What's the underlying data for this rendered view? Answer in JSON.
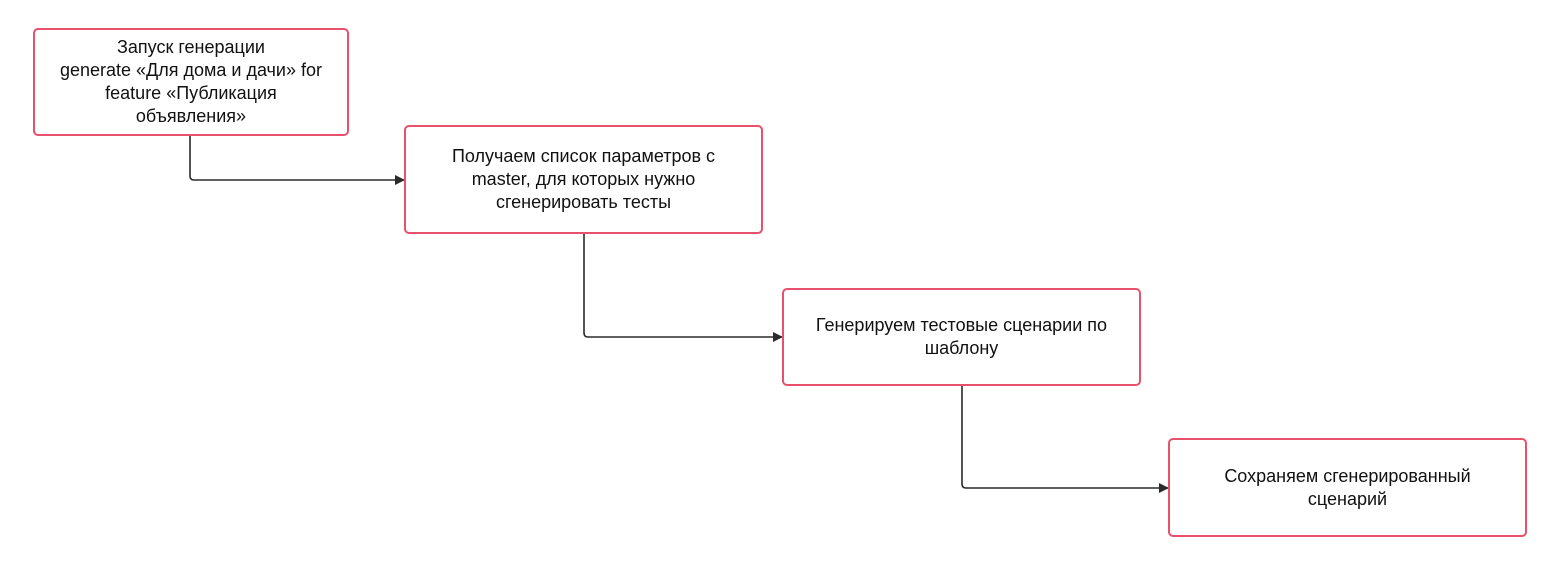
{
  "diagram": {
    "nodes": [
      {
        "id": "n1",
        "label": "Запуск генерации\ngenerate «Для дома и дачи» for\nfeature «Публикация\nобъявления»"
      },
      {
        "id": "n2",
        "label": "Получаем список параметров с\nmaster, для которых нужно\nсгенерировать тесты"
      },
      {
        "id": "n3",
        "label": "Генерируем тестовые сценарии по\nшаблону"
      },
      {
        "id": "n4",
        "label": "Сохраняем сгенерированный\nсценарий"
      }
    ],
    "edges": [
      {
        "from": "n1",
        "to": "n2"
      },
      {
        "from": "n2",
        "to": "n3"
      },
      {
        "from": "n3",
        "to": "n4"
      }
    ],
    "colors": {
      "node_border": "#e8516b",
      "edge": "#2b2b2b",
      "text": "#111111",
      "background": "#ffffff"
    }
  }
}
